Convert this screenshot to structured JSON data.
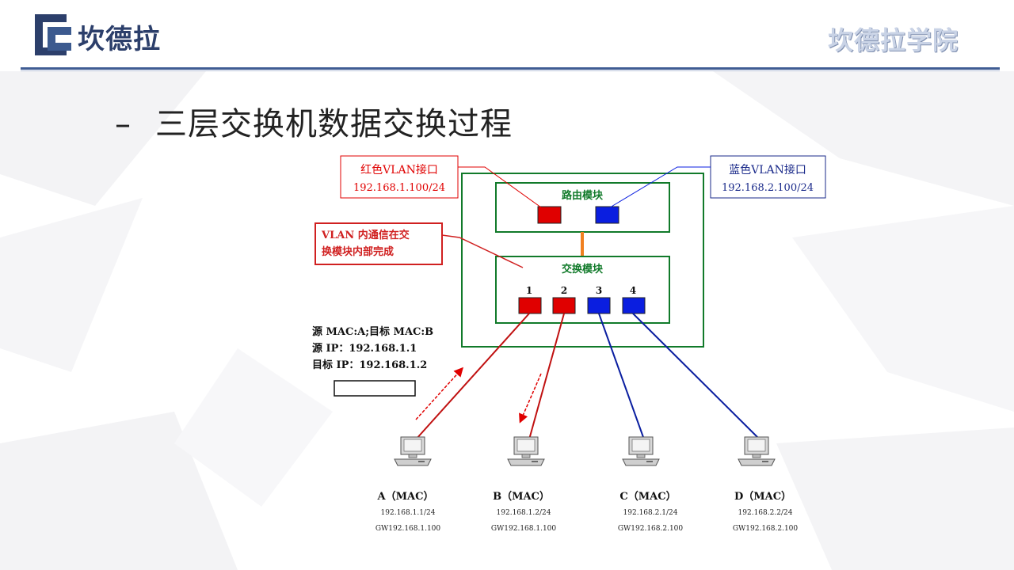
{
  "brand": {
    "logo_text": "坎德拉",
    "right_text": "坎德拉学院"
  },
  "slide": {
    "dash": "–",
    "title": "三层交换机数据交换过程"
  },
  "diagram": {
    "red_vlan_box": {
      "title": "红色VLAN接口",
      "ip": "192.168.1.100/24"
    },
    "blue_vlan_box": {
      "title": "蓝色VLAN接口",
      "ip": "192.168.2.100/24"
    },
    "note": {
      "line1": "VLAN 内通信在交",
      "line2": "换模块内部完成"
    },
    "router_module": "路由模块",
    "switch_module": "交换模块",
    "ports": [
      "1",
      "2",
      "3",
      "4"
    ],
    "packet": {
      "line1": "源 MAC:A;目标 MAC:B",
      "line2": "源 IP：192.168.1.1",
      "line3": "目标 IP：192.168.1.2"
    },
    "hosts": [
      {
        "name": "A（MAC）",
        "ip": "192.168.1.1/24",
        "gw": "GW192.168.1.100"
      },
      {
        "name": "B（MAC）",
        "ip": "192.168.1.2/24",
        "gw": "GW192.168.1.100"
      },
      {
        "name": "C（MAC）",
        "ip": "192.168.2.1/24",
        "gw": "GW192.168.2.100"
      },
      {
        "name": "D（MAC）",
        "ip": "192.168.2.2/24",
        "gw": "GW192.168.2.100"
      }
    ],
    "colors": {
      "red": "#e00000",
      "blue": "#0a1ee0",
      "green": "#117a2a",
      "orange": "#f08020",
      "navy": "#1a2a8a"
    }
  }
}
